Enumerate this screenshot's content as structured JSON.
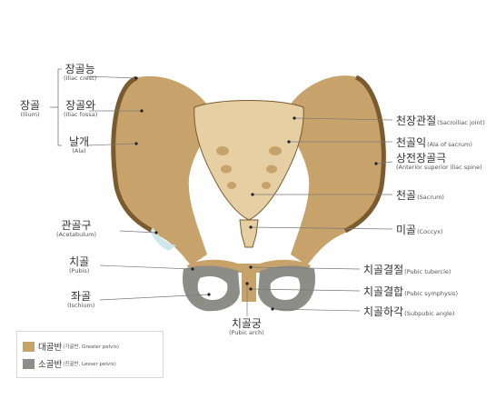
{
  "colors": {
    "greater_pelvis": "#c7a26a",
    "lesser_pelvis": "#8d8d88",
    "bone_light": "#e6cfa3",
    "outline": "#7a5a2e",
    "leader_line": "#7a7a7a"
  },
  "labels": {
    "ilium": {
      "ko": "장골",
      "en": "(Ilium)"
    },
    "iliac_crest": {
      "ko": "장골능",
      "en": "(Iliac crest)"
    },
    "iliac_fossa": {
      "ko": "장골와",
      "en": "(Iliac fossa)"
    },
    "ala": {
      "ko": "날개",
      "en": "(Ala)"
    },
    "acetabulum": {
      "ko": "관골구",
      "en": "(Acetabulum)"
    },
    "pubis": {
      "ko": "치골",
      "en": "(Pubis)"
    },
    "ischium": {
      "ko": "좌골",
      "en": "(Ischium)"
    },
    "pubic_arch": {
      "ko": "치골궁",
      "en": "(Pubic arch)"
    },
    "sacroiliac_joint": {
      "ko": "천장관절",
      "en": "(Sacroiliac joint)"
    },
    "ala_of_sacrum": {
      "ko": "천골익",
      "en": "(Ala of sacrum)"
    },
    "asis": {
      "ko": "상전장골극",
      "en": "(Anterior superior iliac spine)"
    },
    "sacrum": {
      "ko": "천골",
      "en": "(Sacrum)"
    },
    "coccyx": {
      "ko": "미골",
      "en": "(Coccyx)"
    },
    "pubic_tubercle": {
      "ko": "치골결절",
      "en": "(Pubic tubercle)"
    },
    "pubic_symphysis": {
      "ko": "치골결합",
      "en": "(Pubic symphysis)"
    },
    "subpubic_angle": {
      "ko": "치골하각",
      "en": "(Subpubic angle)"
    }
  },
  "legend": {
    "greater": {
      "ko": "대골반",
      "en": "(가골반, Greater pelvis)"
    },
    "lesser": {
      "ko": "소골반",
      "en": "(진골반, Lesser pelvis)"
    }
  }
}
